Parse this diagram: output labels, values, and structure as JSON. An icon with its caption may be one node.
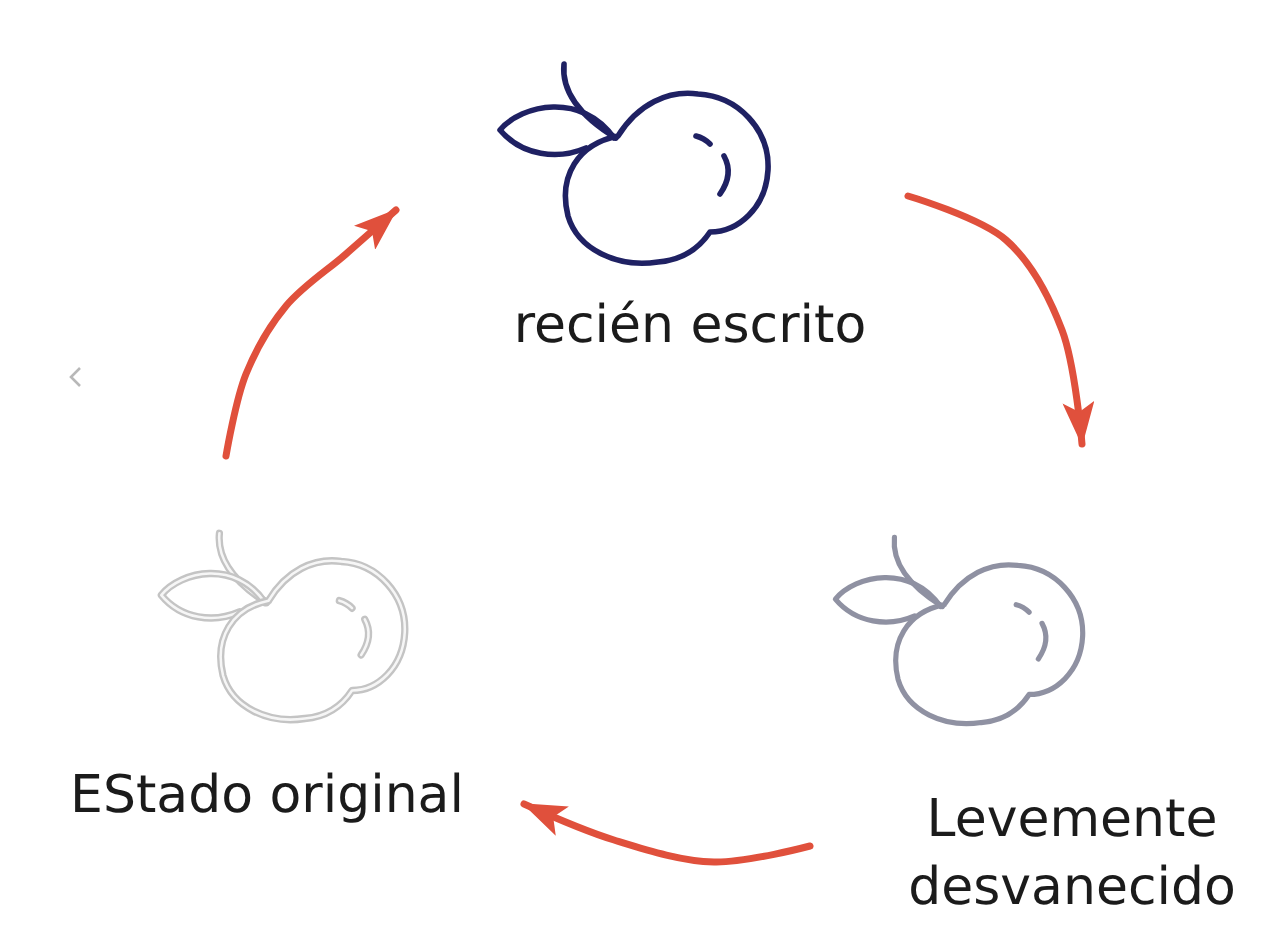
{
  "diagram": {
    "nodes": [
      {
        "text": [
          "recién escrito"
        ]
      },
      {
        "text": [
          "EStado original"
        ]
      },
      {
        "text": [
          "Levemente desvanecido"
        ]
      }
    ],
    "edges": [
      {
        "from": 1,
        "to": 0,
        "arrow": "to"
      },
      {
        "from": 0,
        "to": 2,
        "arrow": "to"
      },
      {
        "from": 2,
        "to": 1,
        "arrow": "to"
      }
    ]
  }
}
